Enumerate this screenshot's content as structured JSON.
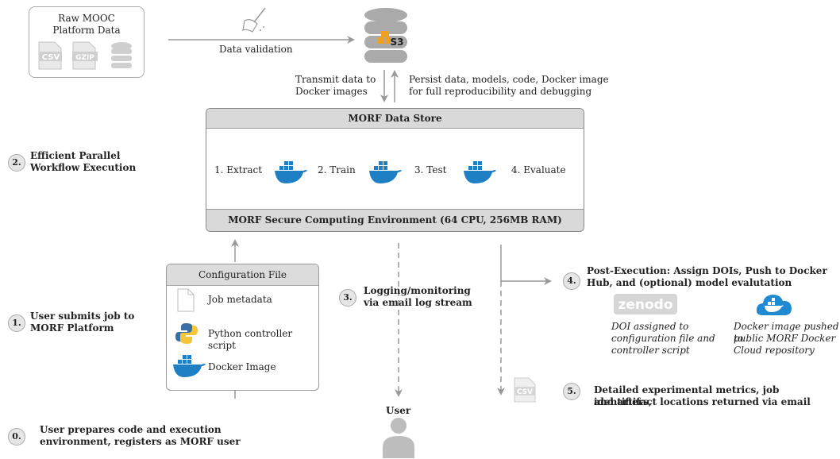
{
  "raw_data": {
    "title_line1": "Raw MOOC",
    "title_line2": "Platform Data",
    "icons": [
      "csv-file-icon",
      "gzip-file-icon",
      "database-icon"
    ],
    "csv_tag": "CSV",
    "gzip_tag": "GZIP"
  },
  "validation": {
    "label": "Data validation",
    "icon": "broom-icon"
  },
  "s3": {
    "label": "S3",
    "icon": "s3-database-icon"
  },
  "transmit": {
    "line1": "Transmit data to",
    "line2": "Docker images"
  },
  "persist": {
    "line1": "Persist data, models, code, Docker image",
    "line2": "for full reproducibility and debugging"
  },
  "store": {
    "header": "MORF Data Store",
    "footer": "MORF Secure Computing Environment (64 CPU, 256MB RAM)",
    "steps": [
      {
        "label": "1. Extract"
      },
      {
        "label": "2. Train"
      },
      {
        "label": "3. Test"
      },
      {
        "label": "4. Evaluate"
      }
    ]
  },
  "step2": {
    "number": "2.",
    "line1": "Efficient Parallel",
    "line2": "Workflow Execution"
  },
  "config": {
    "header": "Configuration File",
    "items": [
      {
        "label": "Job metadata",
        "icon": "document-icon"
      },
      {
        "label": "Python controller script",
        "icon": "python-icon"
      },
      {
        "label": "Docker Image",
        "icon": "docker-icon"
      }
    ]
  },
  "step1": {
    "number": "1.",
    "line1": "User submits job to",
    "line2": "MORF Platform"
  },
  "step0": {
    "number": "0.",
    "line1": "User prepares code and execution",
    "line2": "environment, registers as MORF user"
  },
  "step3": {
    "number": "3.",
    "line1": "Logging/monitoring",
    "line2": "via email log stream"
  },
  "user": {
    "label": "User",
    "icon": "user-icon"
  },
  "step4": {
    "number": "4.",
    "line1": "Post-Execution: Assign DOIs, Push to Docker",
    "line2": "Hub, and (optional) model evalutation",
    "zenodo_logo": "zenodo",
    "doi_text": [
      "DOI assigned to",
      "configuration file and",
      "controller script"
    ],
    "docker_text": [
      "Docker image pushed to",
      "public MORF Docker",
      "Cloud repository"
    ]
  },
  "step5": {
    "number": "5.",
    "line1": "Detailed experimental metrics, job identifiers,",
    "line2": "and artifact locations returned via email",
    "csv_tag": "CSV"
  },
  "colors": {
    "arrow": "#999999",
    "panel": "#d9d9d9",
    "docker_blue": "#1f7fc4",
    "python_blue": "#3a6fa5",
    "python_yellow": "#f5c53a"
  }
}
